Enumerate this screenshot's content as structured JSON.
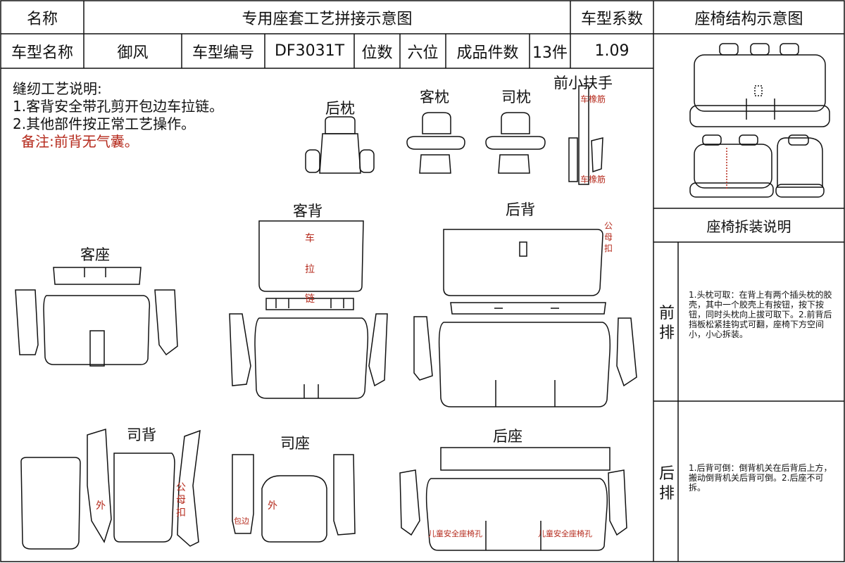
{
  "header": {
    "name_label": "名称",
    "title": "专用座套工艺拼接示意图",
    "coef_label": "车型系数",
    "structure_title": "座椅结构示意图"
  },
  "info_row": {
    "model_name_label": "车型名称",
    "model_name": "御风",
    "model_code_label": "车型编号",
    "model_code": "DF3031T",
    "seats_label": "位数",
    "seats": "六位",
    "pieces_label": "成品件数",
    "pieces": "13件",
    "coef": "1.09"
  },
  "sewing_notes": {
    "title": "缝纫工艺说明:",
    "line1": "1.客背安全带孔剪开包边车拉链。",
    "line2": "2.其他部件按正常工艺操作。",
    "remark": "备注:前背无气囊。"
  },
  "parts": {
    "rear_pillow": "后枕",
    "passenger_pillow": "客枕",
    "driver_pillow": "司枕",
    "front_armrest": "前小扶手",
    "passenger_back": "客背",
    "rear_back": "后背",
    "passenger_seat": "客座",
    "driver_back": "司背",
    "driver_seat": "司座",
    "rear_seat": "后座"
  },
  "annotations": {
    "elastic_top": "车橡筋",
    "elastic_bottom": "车橡筋",
    "zip_1": "车",
    "zip_2": "拉",
    "zip_3": "链",
    "snap_1": "公",
    "snap_2": "母",
    "snap_3": "扣",
    "outer": "外",
    "outer_2": "外",
    "hem": "包边",
    "child_hole_1": "儿童安全座椅孔",
    "child_hole_2": "儿童安全座椅孔"
  },
  "disassembly": {
    "title": "座椅拆装说明",
    "front_label": "前排",
    "front_text": "1.头枕可取：在背上有两个插头枕的胶壳，其中一个胶壳上有按钮，按下按钮，同时头枕向上拔可取下。2.前背后挡板松紧挂钩式可翻，座椅下方空间小，小心拆装。",
    "rear_label": "后排",
    "rear_text": "1.后背可倒：倒背机关在后背后上方，搬动倒背机关后背可倒。2.后座不可拆。"
  }
}
